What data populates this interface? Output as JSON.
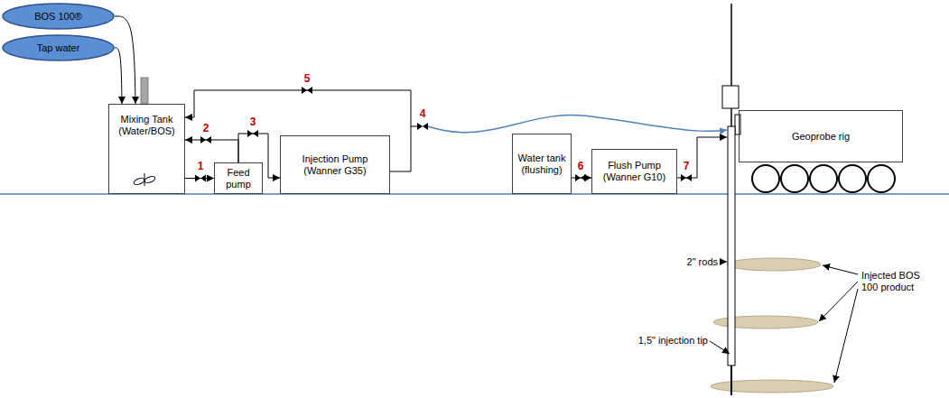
{
  "diagram": {
    "nodes": [
      {
        "text": [
          "BOS 100®"
        ]
      },
      {
        "text": [
          "Tap water"
        ]
      },
      {
        "text": [
          "Mixing Tank (Water/BOS)"
        ]
      },
      {
        "text": [
          "Feed pump"
        ]
      },
      {
        "text": [
          "Injection Pump (Wanner G35)"
        ]
      },
      {
        "text": [
          "Water tank (flushing)"
        ]
      },
      {
        "text": [
          "Flush Pump (Wanner G10)"
        ]
      },
      {
        "text": [
          "Geoprobe rig"
        ]
      }
    ],
    "edges": [
      {
        "from": 0,
        "to": 2,
        "arrow": "to"
      },
      {
        "from": 1,
        "to": 2,
        "arrow": "to"
      },
      {
        "from": 2,
        "to": 3,
        "arrow": "to"
      },
      {
        "from": 3,
        "to": 2,
        "arrow": "to"
      },
      {
        "from": 3,
        "to": 4,
        "arrow": "to"
      },
      {
        "from": 4,
        "to": 2,
        "arrow": "to"
      },
      {
        "from": 5,
        "to": 6,
        "arrow": "to"
      }
    ],
    "labels": [
      "1",
      "2",
      "3",
      "4",
      "5",
      "6",
      "7",
      "2\" rods",
      "1,5\" injection tip",
      "Injected BOS 100 product"
    ]
  }
}
